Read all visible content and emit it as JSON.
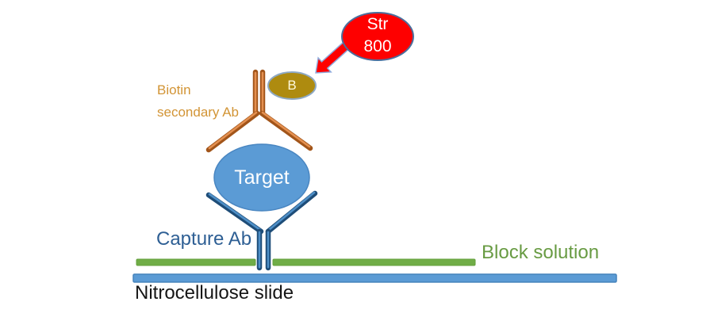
{
  "diagram": {
    "description": "Sandwich immunoassay diagram on nitrocellulose slide",
    "labels": {
      "str800_line1": "Str",
      "str800_line2": "800",
      "biotin_line1": "Biotin",
      "biotin_line2": "secondary Ab",
      "biotin_bead": "B",
      "target": "Target",
      "capture_ab": "Capture Ab",
      "block_solution": "Block solution",
      "nitrocellulose": "Nitrocellulose slide"
    },
    "colors": {
      "str800_fill": "#fe0000",
      "str800_stroke": "#4c6e9c",
      "arrow_fill": "#fe0000",
      "arrow_stroke": "#8faadc",
      "biotin_bead_fill": "#ae8b0f",
      "biotin_bead_stroke": "#8ea9c4",
      "biotin_text": "#d29435",
      "secondary_ab_main": "#a2551a",
      "secondary_ab_highlight": "#e49050",
      "target_fill": "#5b9bd5",
      "target_stroke": "#4986c1",
      "capture_ab_main": "#1e4d78",
      "capture_ab_highlight": "#4e8fc7",
      "capture_text": "#2e5f94",
      "block_bar_fill": "#70ad47",
      "block_bar_stroke": "#63a03c",
      "block_text": "#689b43",
      "slide_bar_fill": "#5b9bd5",
      "slide_bar_stroke": "#4583bc",
      "slide_text": "#161616"
    }
  }
}
